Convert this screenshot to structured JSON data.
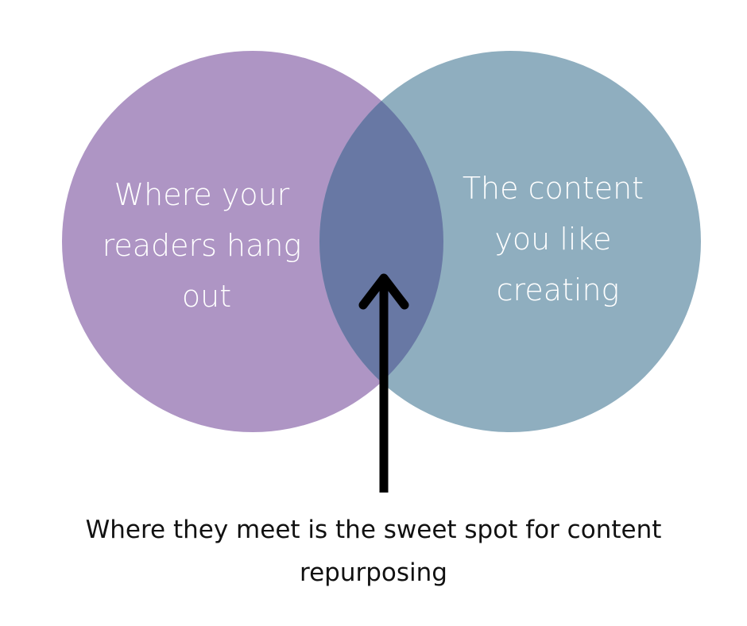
{
  "diagram": {
    "type": "venn",
    "left_circle": {
      "lines": [
        "Where your",
        "readers hang",
        "out"
      ],
      "color": "#AE95C4"
    },
    "right_circle": {
      "lines": [
        "The content",
        "you like",
        "creating"
      ],
      "color": "#8FAEBF"
    },
    "overlap_color": "#6878A4",
    "arrow_color": "#000000",
    "caption": {
      "line1": "Where they meet is the sweet spot for content",
      "line2": "repurposing"
    }
  }
}
